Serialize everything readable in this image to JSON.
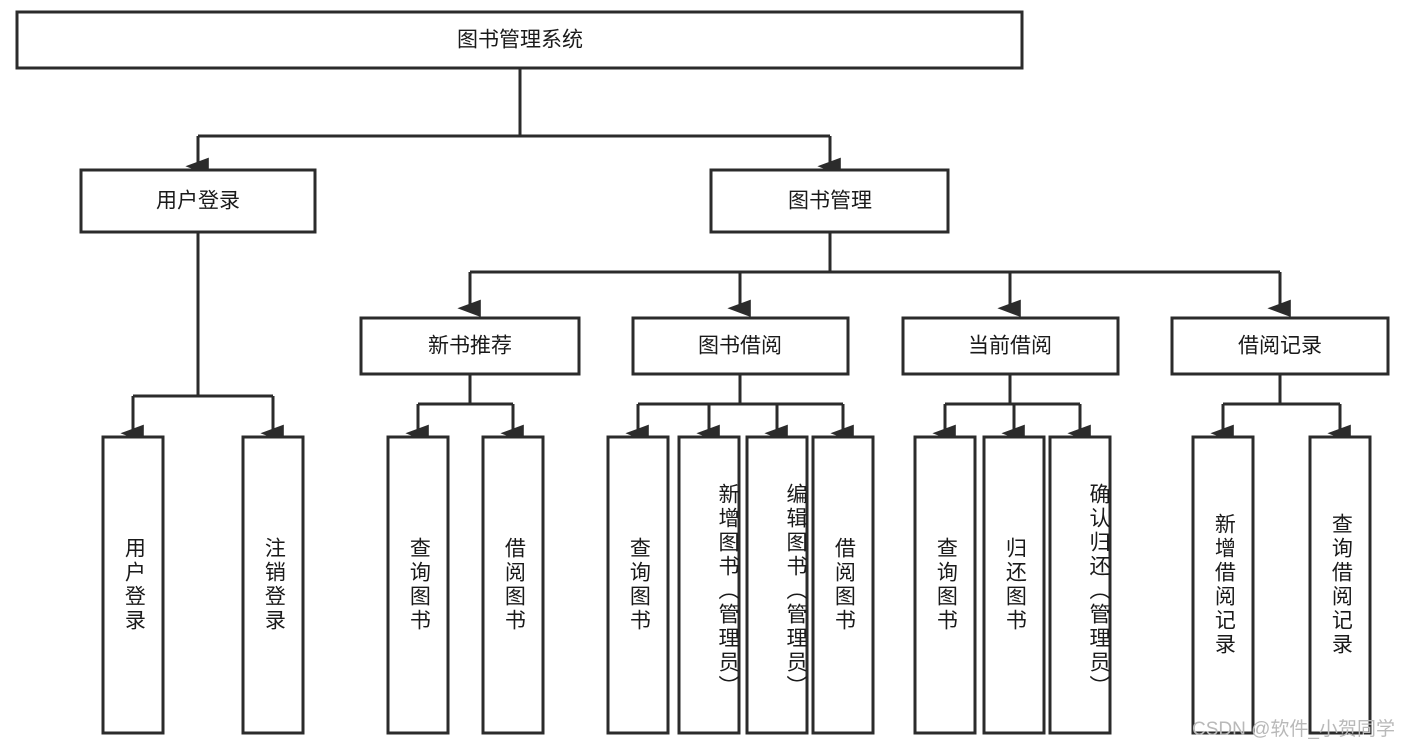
{
  "diagram": {
    "type": "tree",
    "title": "图书管理系统",
    "watermark": "CSDN @软件_小贺同学",
    "colors": {
      "stroke": "#2b2b2b",
      "fill": "#ffffff",
      "text": "#1a1a1a",
      "watermark": "#b9b9b9",
      "background": "#ffffff"
    },
    "nodes": {
      "root": {
        "label": "图书管理系统"
      },
      "level1": [
        {
          "label": "用户登录"
        },
        {
          "label": "图书管理"
        }
      ],
      "level2": [
        {
          "label": "新书推荐"
        },
        {
          "label": "图书借阅"
        },
        {
          "label": "当前借阅"
        },
        {
          "label": "借阅记录"
        }
      ],
      "leaves": {
        "user_login": [
          {
            "label": "用户登录"
          },
          {
            "label": "注销登录"
          }
        ],
        "new_book_recommend": [
          {
            "label": "查询图书"
          },
          {
            "label": "借阅图书"
          }
        ],
        "book_borrow": [
          {
            "label": "查询图书"
          },
          {
            "label": "新增图书（管理员）"
          },
          {
            "label": "编辑图书（管理员）"
          },
          {
            "label": "借阅图书"
          }
        ],
        "current_borrow": [
          {
            "label": "查询图书"
          },
          {
            "label": "归还图书"
          },
          {
            "label": "确认归还（管理员）"
          }
        ],
        "borrow_record": [
          {
            "label": "新增借阅记录"
          },
          {
            "label": "查询借阅记录"
          }
        ]
      }
    }
  }
}
